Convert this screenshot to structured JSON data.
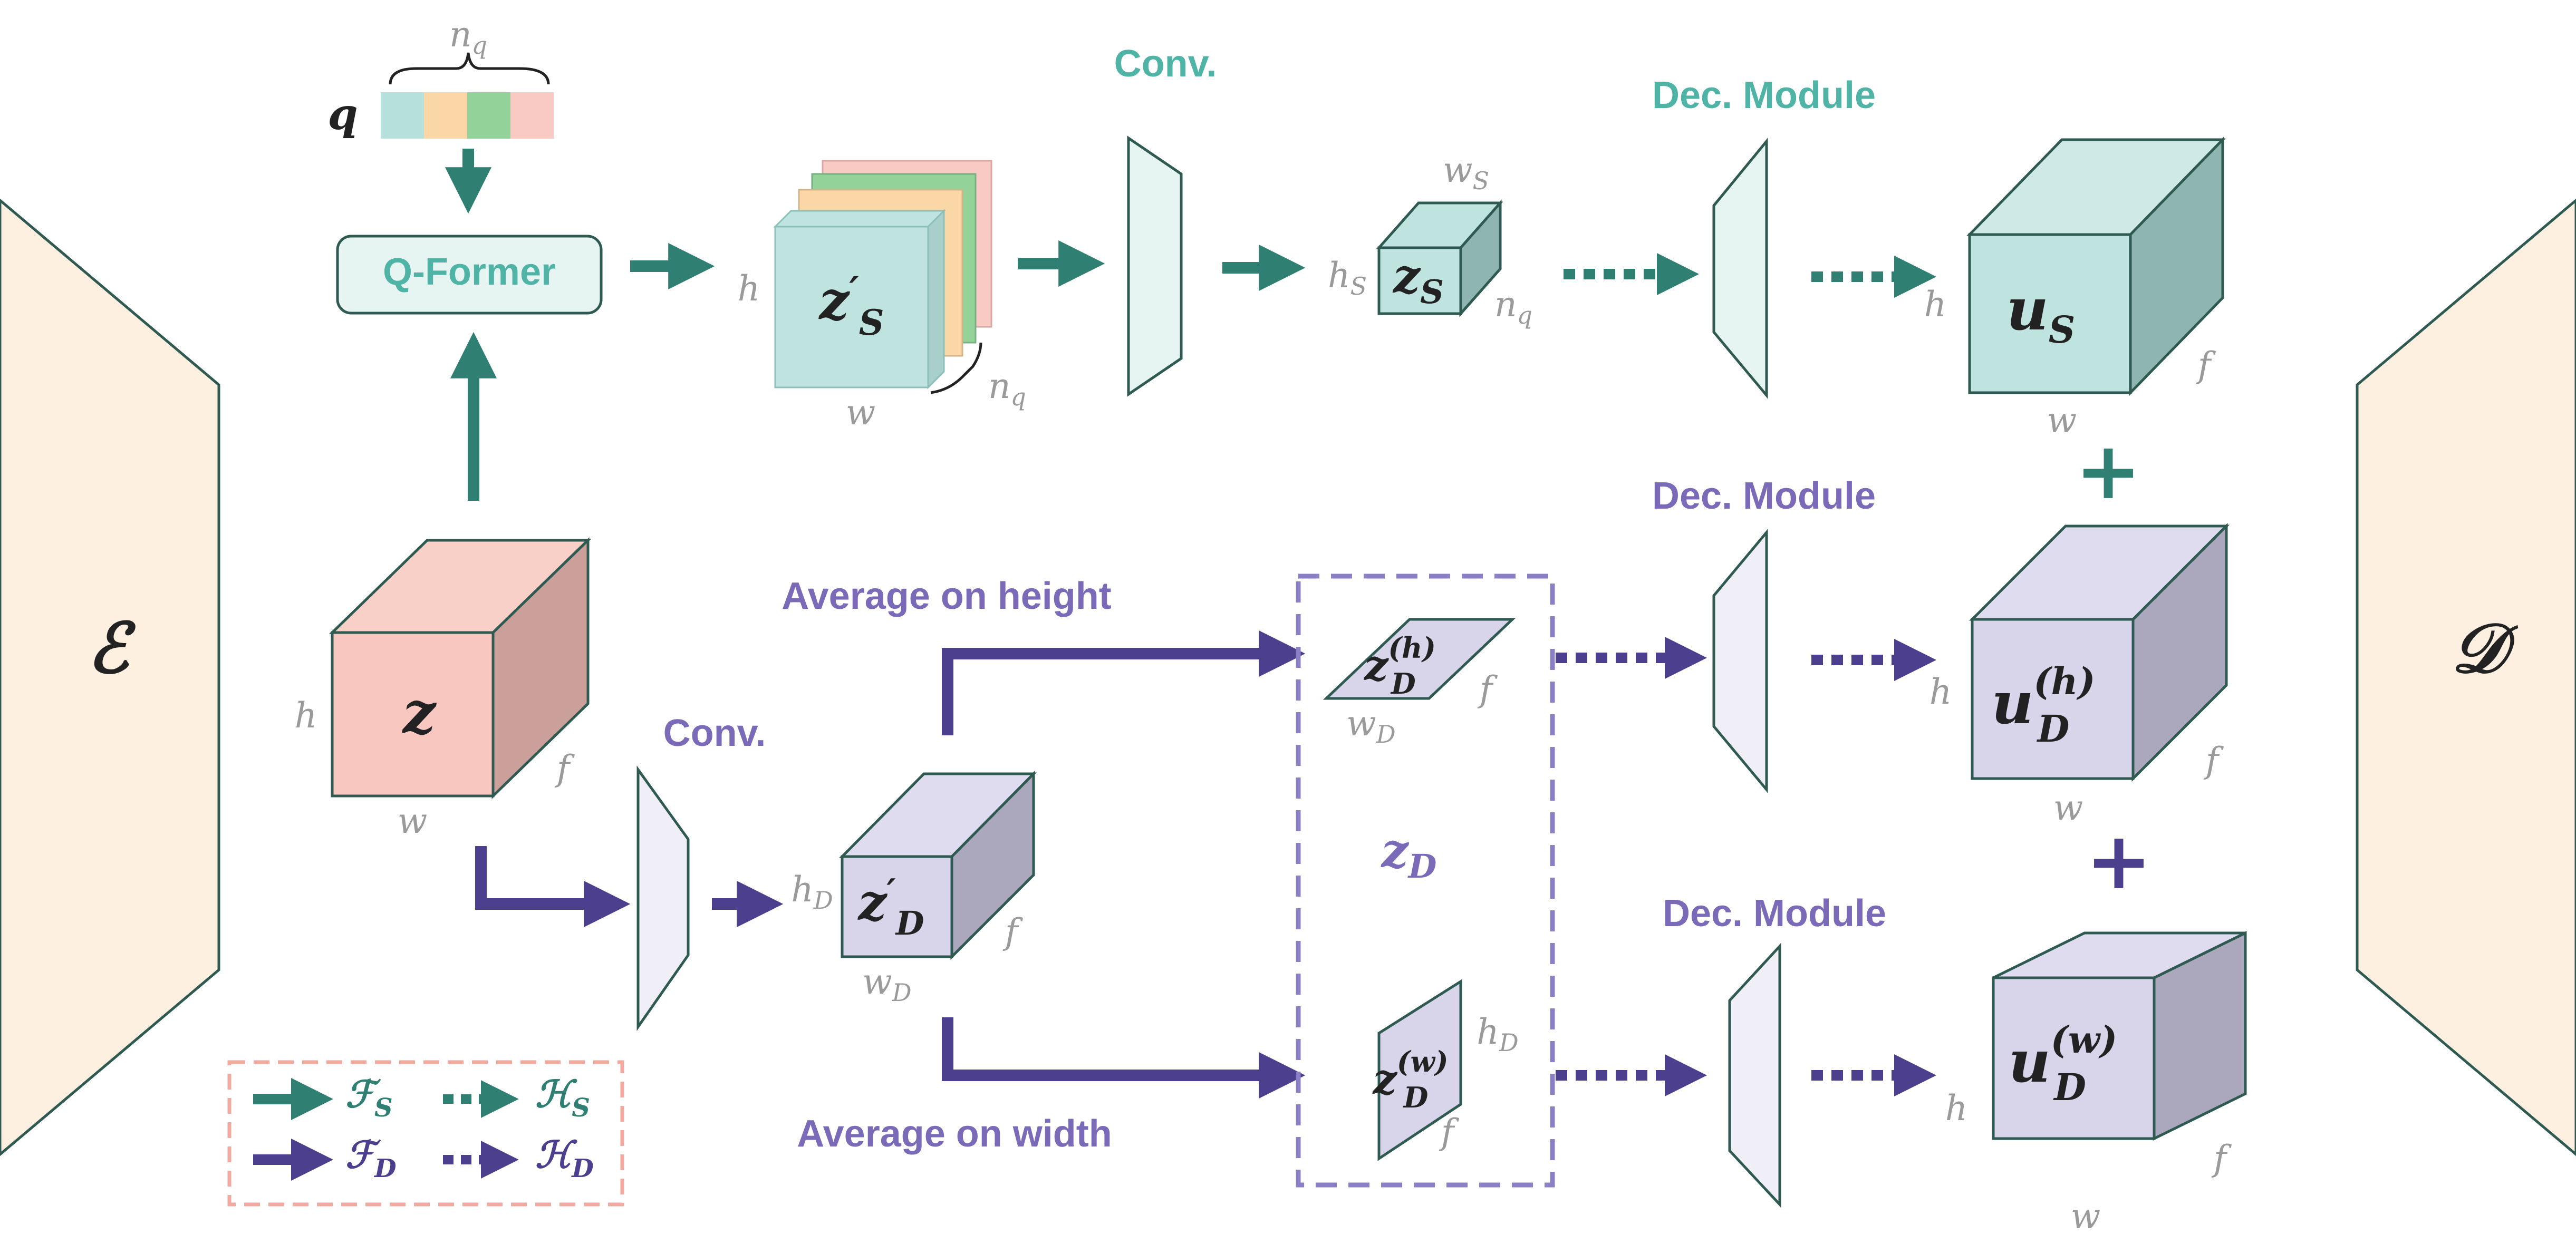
{
  "colors": {
    "teal_arrow": "#2f7f73",
    "teal_text": "#4fb3a6",
    "purple_arrow": "#4b3f8e",
    "purple_text": "#7a6ab8",
    "encoder_fill": "#fdf0e0",
    "z_fill": "#f8c8c0",
    "zs_fill": "#bfe4e0",
    "zd_fill": "#d8d4ea",
    "legend_border": "#f2aaa0",
    "query_colors": [
      "#b6e0dc",
      "#fbd7a8",
      "#93d39a",
      "#f9c9c3"
    ]
  },
  "encoder": {
    "symbol": "ℰ"
  },
  "decoder": {
    "symbol": "𝒟"
  },
  "query": {
    "symbol": "q",
    "size_label": "n",
    "size_sub": "q"
  },
  "qformer": {
    "label": "Q-Former"
  },
  "z": {
    "symbol": "z",
    "h": "h",
    "w": "w",
    "f": "f"
  },
  "zs_prime": {
    "symbol": "z",
    "prime": "′",
    "sub": "S",
    "h": "h",
    "w": "w",
    "nq": "n",
    "nq_sub": "q"
  },
  "conv_top": {
    "label": "Conv."
  },
  "zs": {
    "symbol": "z",
    "sub": "S",
    "ws": "w",
    "ws_sub": "S",
    "hs": "h",
    "hs_sub": "S",
    "nq": "n",
    "nq_sub": "q"
  },
  "dec_module_top": {
    "label": "Dec. Module"
  },
  "us": {
    "symbol": "u",
    "sub": "S",
    "h": "h",
    "w": "w",
    "f": "f"
  },
  "plus_top": {
    "label": "+"
  },
  "dec_module_mid": {
    "label": "Dec. Module"
  },
  "avg_height": {
    "label": "Average on height"
  },
  "avg_width": {
    "label": "Average on width"
  },
  "conv_bottom": {
    "label": "Conv."
  },
  "zd_prime": {
    "symbol": "z",
    "prime": "′",
    "sub": "D",
    "hd": "h",
    "hd_sub": "D",
    "wd": "w",
    "wd_sub": "D",
    "f": "f"
  },
  "zd_h": {
    "symbol": "z",
    "sup": "(h)",
    "sub": "D",
    "wd": "w",
    "wd_sub": "D",
    "f": "f"
  },
  "zd_group": {
    "symbol": "z",
    "sub": "D"
  },
  "zd_w": {
    "symbol": "z",
    "sup": "(w)",
    "sub": "D",
    "hd": "h",
    "hd_sub": "D",
    "f": "f"
  },
  "ud_h": {
    "symbol": "u",
    "sup": "(h)",
    "sub": "D",
    "h": "h",
    "w": "w",
    "f": "f"
  },
  "plus_bottom": {
    "label": "+"
  },
  "dec_module_bottom": {
    "label": "Dec. Module"
  },
  "ud_w": {
    "symbol": "u",
    "sup": "(w)",
    "sub": "D",
    "h": "h",
    "w": "w",
    "f": "f"
  },
  "legend": {
    "fs": {
      "symbol": "ℱ",
      "sub": "S"
    },
    "hs": {
      "symbol": "ℋ",
      "sub": "S"
    },
    "fd": {
      "symbol": "ℱ",
      "sub": "D"
    },
    "hd": {
      "symbol": "ℋ",
      "sub": "D"
    }
  }
}
